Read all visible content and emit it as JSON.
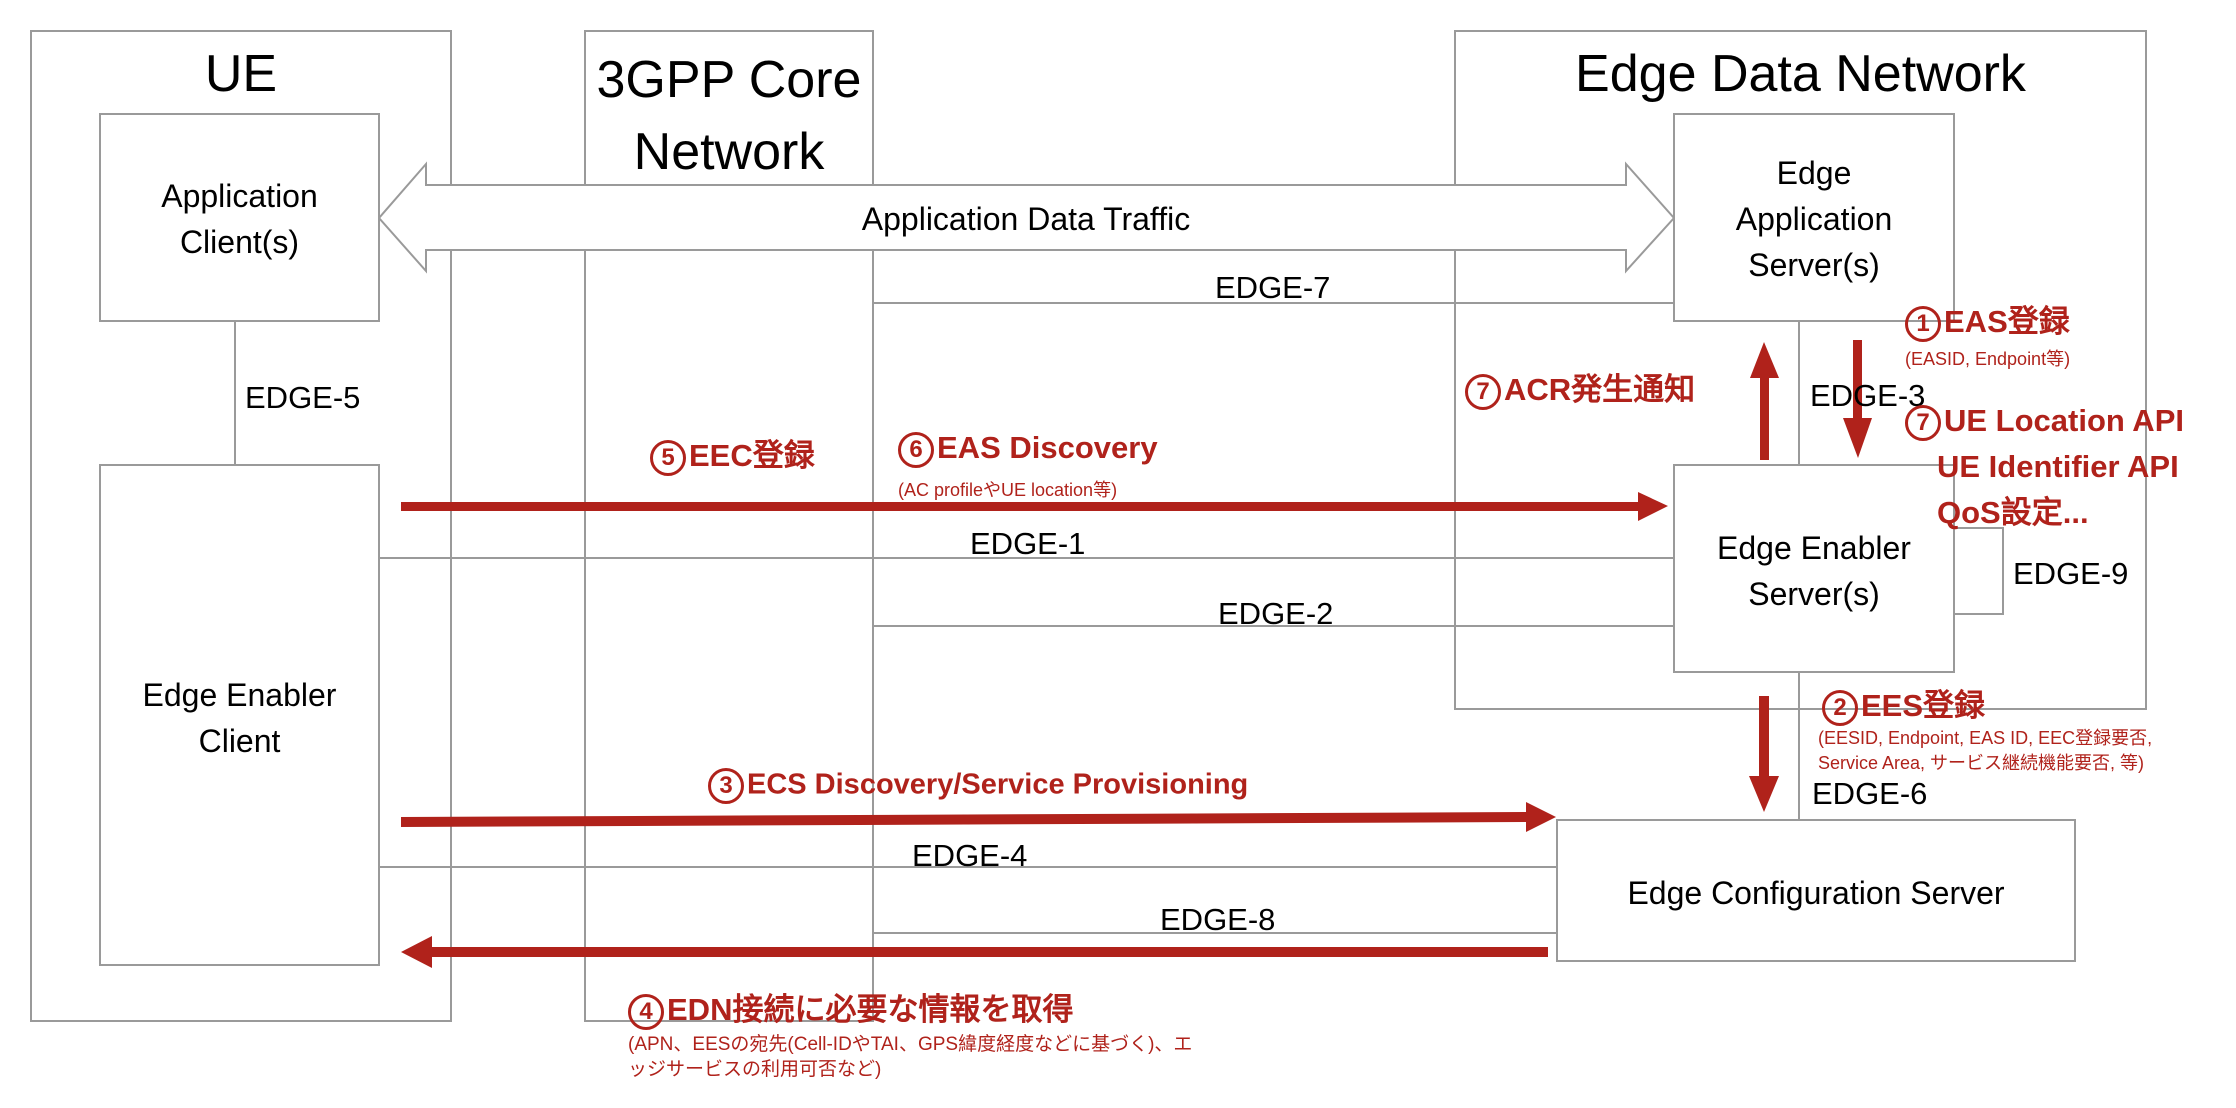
{
  "diagram": {
    "colors": {
      "accent": "#b0221b",
      "line": "#9a9a9a",
      "text": "#000000"
    },
    "domains": {
      "ue": "UE",
      "core": [
        "3GPP Core",
        "Network"
      ],
      "edn": "Edge Data Network"
    },
    "nodes": {
      "app_client": [
        "Application",
        "Client(s)"
      ],
      "eec": [
        "Edge Enabler",
        "Client"
      ],
      "eas": [
        "Edge",
        "Application",
        "Server(s)"
      ],
      "ees": [
        "Edge Enabler",
        "Server(s)"
      ],
      "ecs": "Edge Configuration Server"
    },
    "traffic_label": "Application Data Traffic",
    "interfaces": {
      "edge1": "EDGE-1",
      "edge2": "EDGE-2",
      "edge3": "EDGE-3",
      "edge4": "EDGE-4",
      "edge5": "EDGE-5",
      "edge6": "EDGE-6",
      "edge7": "EDGE-7",
      "edge8": "EDGE-8",
      "edge9": "EDGE-9"
    },
    "steps": {
      "s1": {
        "num": "1",
        "title": "EAS登録",
        "detail": "(EASID, Endpoint等)"
      },
      "s2": {
        "num": "2",
        "title": "EES登録",
        "detail1": "(EESID, Endpoint, EAS ID, EEC登録要否,",
        "detail2": "Service Area, サービス継続機能要否, 等)"
      },
      "s3": {
        "num": "3",
        "title": "ECS Discovery/Service Provisioning"
      },
      "s4": {
        "num": "4",
        "title": "EDN接続に必要な情報を取得",
        "detail1": "(APN、EESの宛先(Cell-IDやTAI、GPS緯度経度などに基づく)、エ",
        "detail2": "ッジサービスの利用可否など)"
      },
      "s5": {
        "num": "5",
        "title": "EEC登録"
      },
      "s6": {
        "num": "6",
        "title": "EAS Discovery",
        "detail": "(AC profileやUE location等)"
      },
      "s7a": {
        "num": "7",
        "title": "ACR発生通知"
      },
      "s7b": {
        "num": "7",
        "title": "UE Location API",
        "line2": "UE Identifier API",
        "line3": "QoS設定..."
      }
    }
  }
}
